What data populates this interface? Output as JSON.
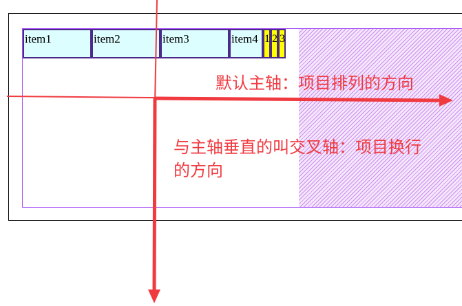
{
  "items": [
    "item1",
    "item2",
    "item3",
    "item4"
  ],
  "small_items": [
    "1",
    "2",
    "3"
  ],
  "annotations": {
    "main_axis": "默认主轴：项目排列的方向",
    "cross_axis_line1": "与主轴垂直的叫交叉轴：项目换行",
    "cross_axis_line2": "的方向"
  },
  "colors": {
    "item_fill": "#ddfeff",
    "small_item_fill": "#ffff00",
    "container_border": "#a855f7",
    "annotation": "#f03a40"
  }
}
